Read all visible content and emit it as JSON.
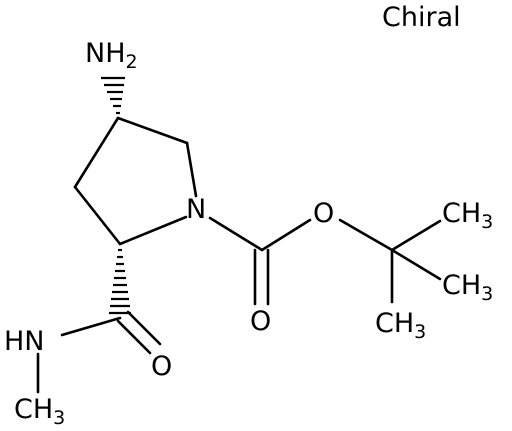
{
  "molecule": {
    "chirality_label": "Chiral",
    "atoms": {
      "amine": {
        "main": "NH",
        "sub": "2"
      },
      "ring_nitrogen": "N",
      "ester_oxygen": "O",
      "carbonyl_oxygen_carbamate": "O",
      "carbonyl_oxygen_amide": "O",
      "amide_nitrogen": "HN",
      "methyl_1": {
        "main": "CH",
        "sub": "3"
      },
      "methyl_2": {
        "main": "CH",
        "sub": "3"
      },
      "methyl_3": {
        "main": "CH",
        "sub": "3"
      },
      "methyl_n": {
        "main": "CH",
        "sub": "3"
      }
    }
  }
}
